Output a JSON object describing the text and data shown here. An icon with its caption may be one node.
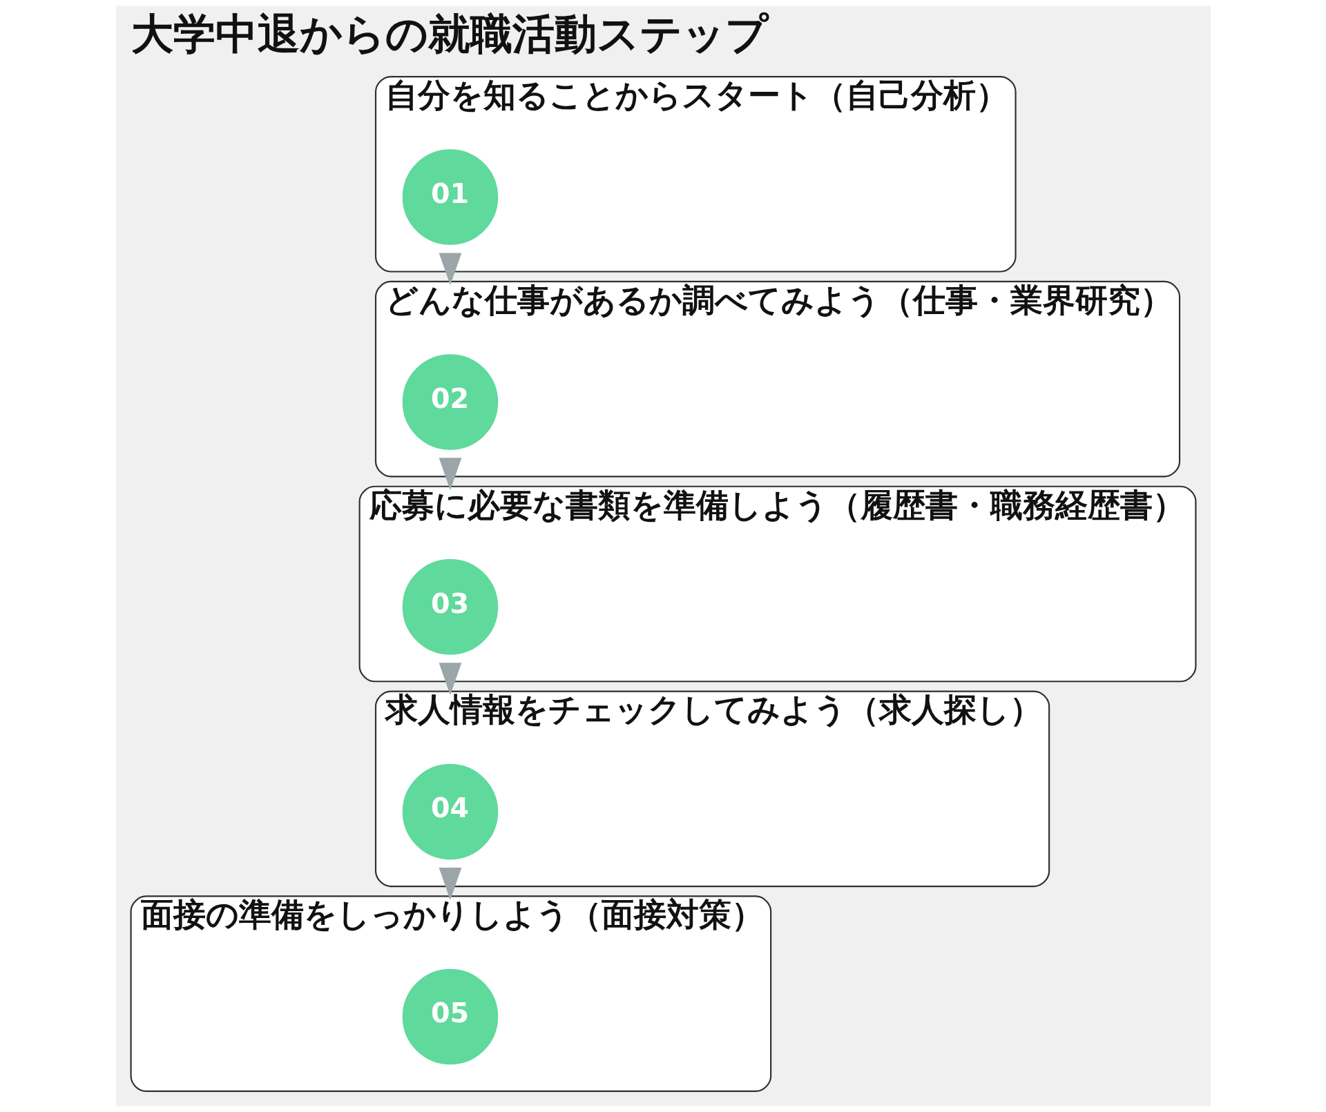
{
  "diagram": {
    "title": "大学中退からの就職活動ステップ",
    "nodes": [
      {
        "text": [
          "自分を知ることからスタート（自己分析）"
        ]
      },
      {
        "text": [
          "01"
        ],
        "in": 0
      },
      {
        "text": [
          "どんな仕事があるか調べてみよう（仕事・業界研究）"
        ]
      },
      {
        "text": [
          "02"
        ],
        "in": 2
      },
      {
        "text": [
          "応募に必要な書類を準備しよう（履歴書・職務経歴書）"
        ]
      },
      {
        "text": [
          "03"
        ],
        "in": 4
      },
      {
        "text": [
          "求人情報をチェックしてみよう（求人探し）"
        ]
      },
      {
        "text": [
          "04"
        ],
        "in": 6
      },
      {
        "text": [
          "面接の準備をしっかりしよう（面接対策）"
        ]
      },
      {
        "text": [
          "05"
        ],
        "in": 8
      }
    ],
    "edges": [
      {
        "from": 0,
        "to": 2,
        "arrow": "to"
      },
      {
        "from": 2,
        "to": 4,
        "arrow": "to"
      },
      {
        "from": 4,
        "to": 6,
        "arrow": "to"
      },
      {
        "from": 6,
        "to": 8,
        "arrow": "to"
      }
    ]
  }
}
